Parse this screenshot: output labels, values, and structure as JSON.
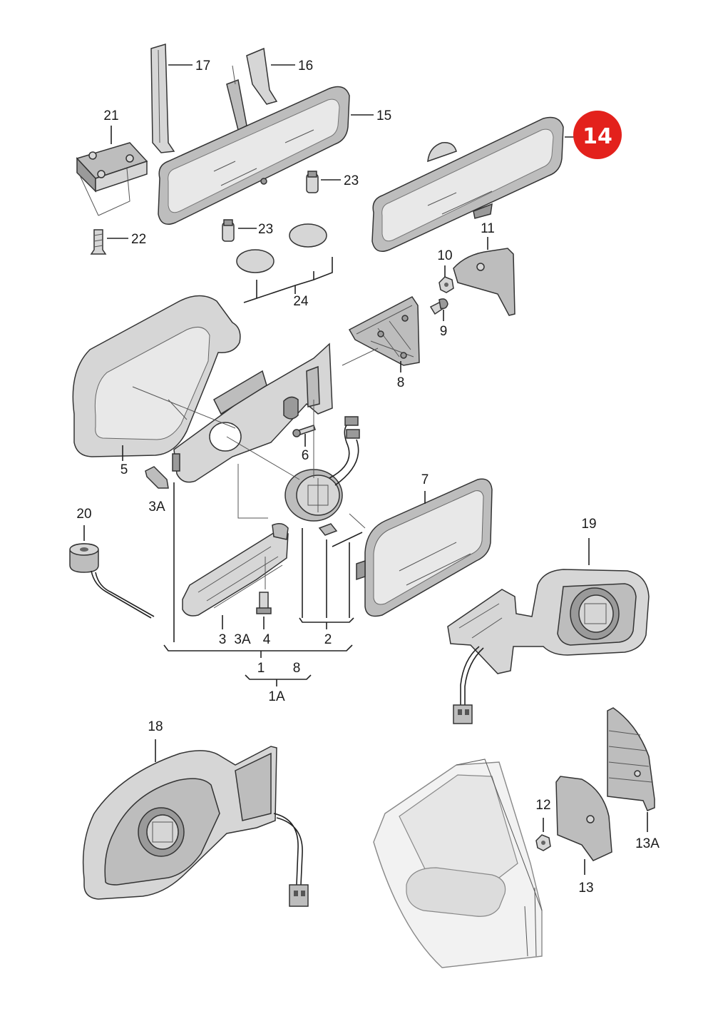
{
  "labels": {
    "p1": "1",
    "p1a": "1A",
    "p2": "2",
    "p3": "3",
    "p3a_a": "3A",
    "p3a_b": "3A",
    "p4": "4",
    "p5": "5",
    "p6": "6",
    "p7": "7",
    "p8_a": "8",
    "p8_b": "8",
    "p9": "9",
    "p10": "10",
    "p11": "11",
    "p12": "12",
    "p13": "13",
    "p13a": "13A",
    "p14": "14",
    "p15": "15",
    "p16": "16",
    "p17": "17",
    "p18": "18",
    "p19": "19",
    "p20": "20",
    "p21": "21",
    "p22": "22",
    "p23_a": "23",
    "p23_b": "23",
    "p24": "24"
  },
  "colors": {
    "highlight": "#e3211c",
    "line": "#222222",
    "part_fill": "#d6d6d6"
  }
}
